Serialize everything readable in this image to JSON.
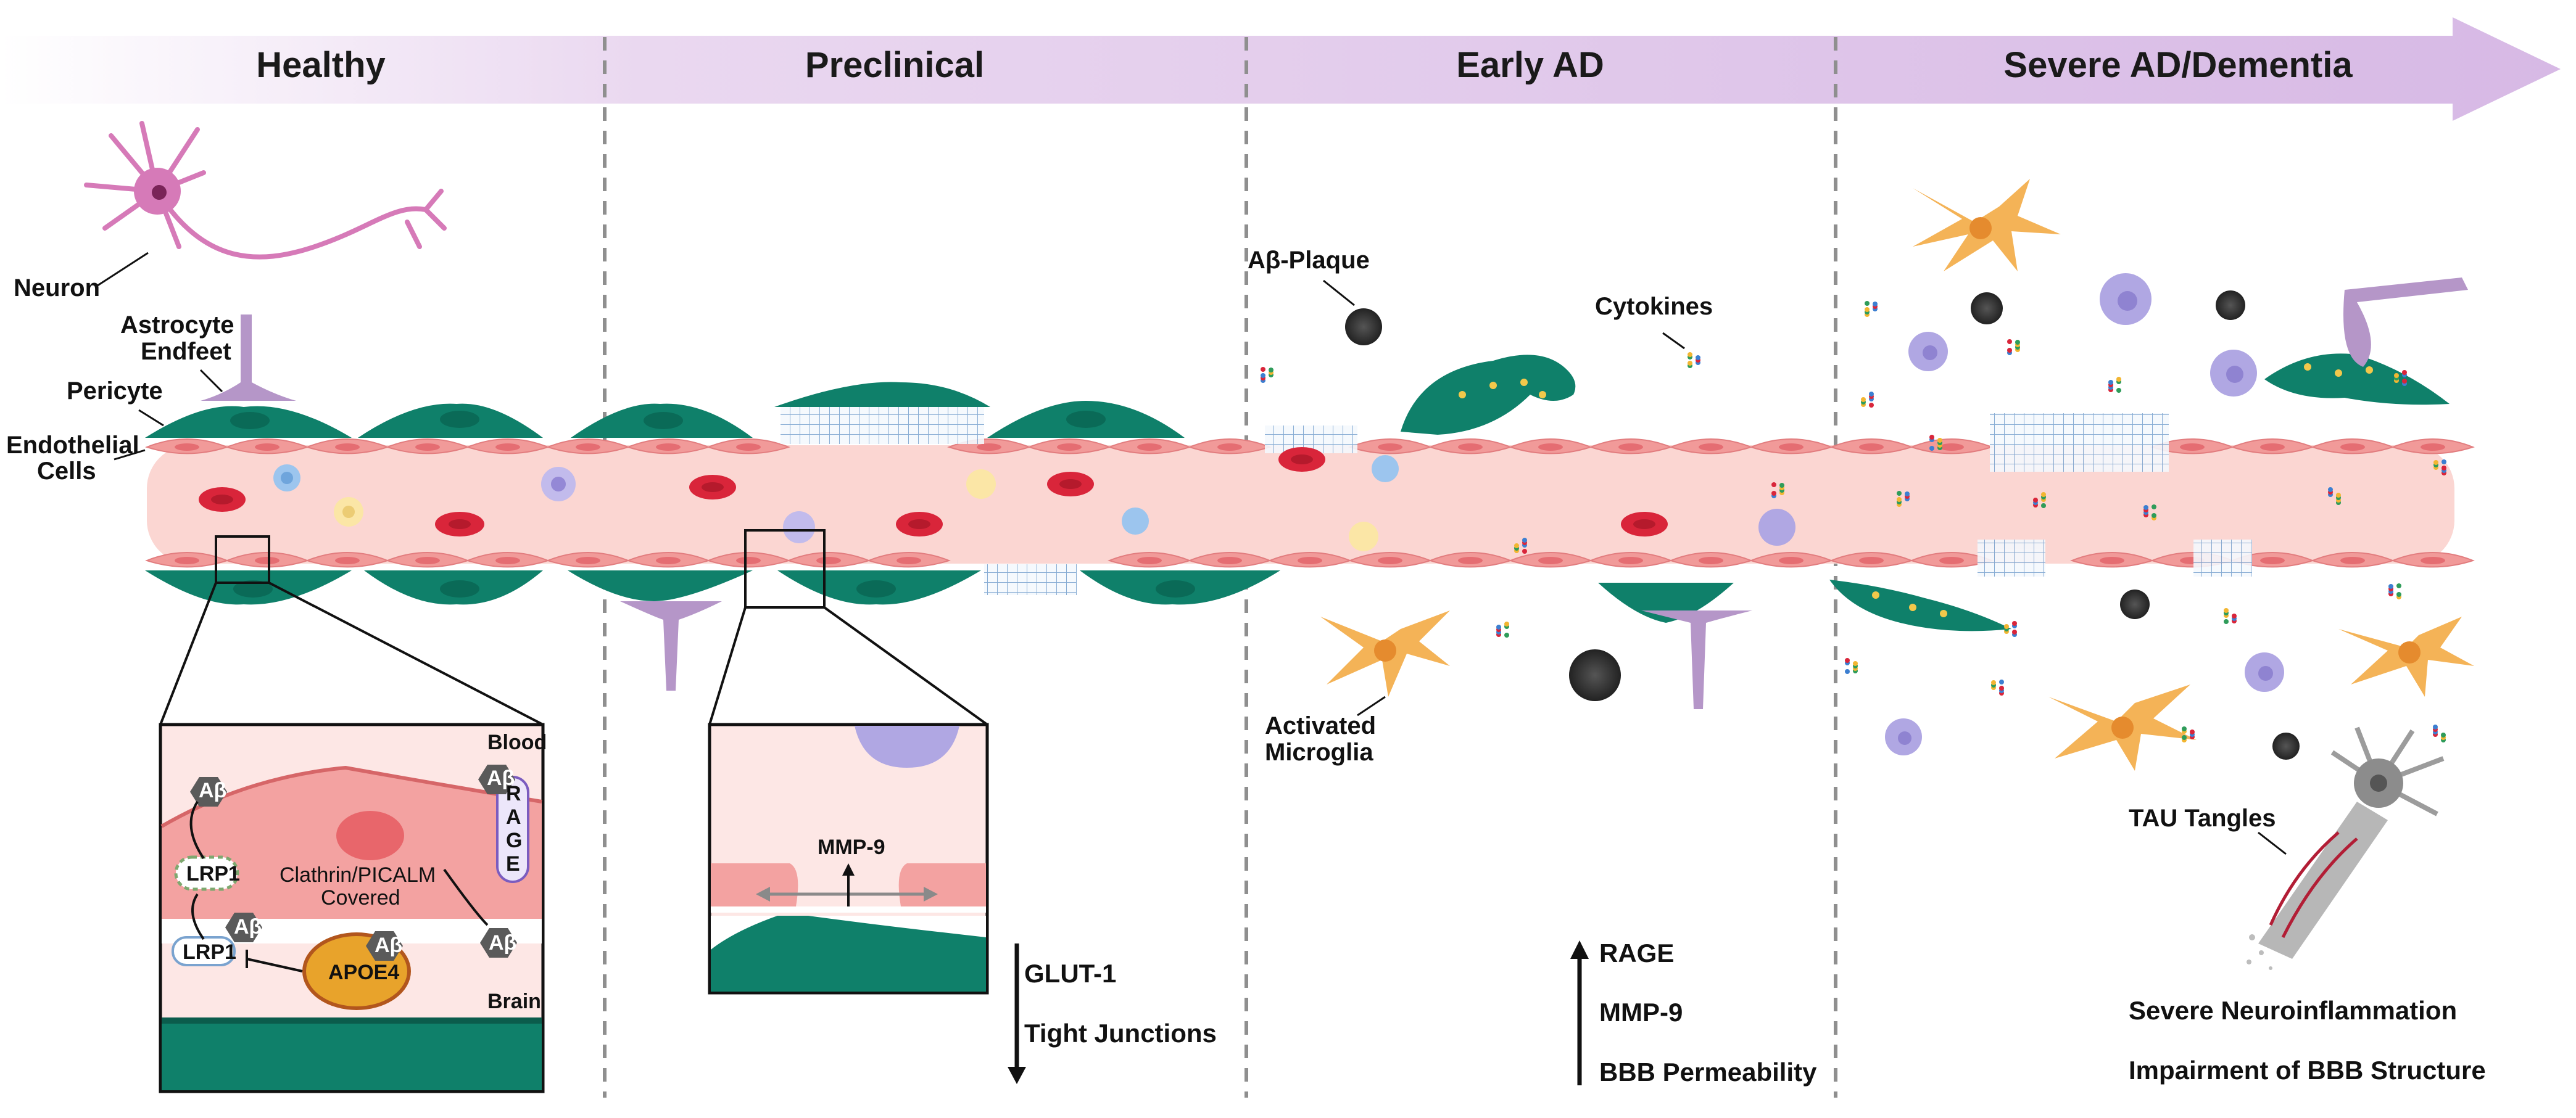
{
  "stages": [
    {
      "name": "Healthy"
    },
    {
      "name": "Preclinical"
    },
    {
      "name": "Early AD"
    },
    {
      "name": "Severe AD/Dementia"
    }
  ],
  "labels": {
    "neuron": "Neuron",
    "astrocyte_endfeet_1": "Astrocyte",
    "astrocyte_endfeet_2": "Endfeet",
    "pericyte": "Pericyte",
    "endothelial_1": "Endothelial",
    "endothelial_2": "Cells",
    "ab_plaque": "Aβ-Plaque",
    "cytokines": "Cytokines",
    "activated_microglia_1": "Activated",
    "activated_microglia_2": "Microglia",
    "tau_tangles": "TAU Tangles"
  },
  "inset_healthy": {
    "blood": "Blood",
    "brain": "Brain",
    "ab": "Aβ",
    "lrp1": "LRP1",
    "rage_letters": [
      "R",
      "A",
      "G",
      "E"
    ],
    "clathrin_1": "Clathrin/PICALM",
    "clathrin_2": "Covered",
    "apoe4": "APOE4"
  },
  "inset_preclinical": {
    "mmp9": "MMP-9"
  },
  "changes": {
    "preclinical": {
      "direction": "down",
      "items": [
        "GLUT-1",
        "Tight Junctions"
      ]
    },
    "early_ad": {
      "direction": "up",
      "items": [
        "RAGE",
        "MMP-9",
        "BBB Permeability"
      ]
    },
    "severe": {
      "items": [
        "Severe Neuroinflammation",
        "Impairment of BBB Structure"
      ]
    }
  },
  "colors": {
    "arrow_band": "#dcc2e6",
    "vessel": "#fbd6d2",
    "endothelial": "#f19a99",
    "pericyte": "#0f806a",
    "red_blood_cell": "#d9253a",
    "astrocyte": "#f4b357",
    "microglia": "#b0a7e3",
    "neuron": "#d67ab8"
  }
}
